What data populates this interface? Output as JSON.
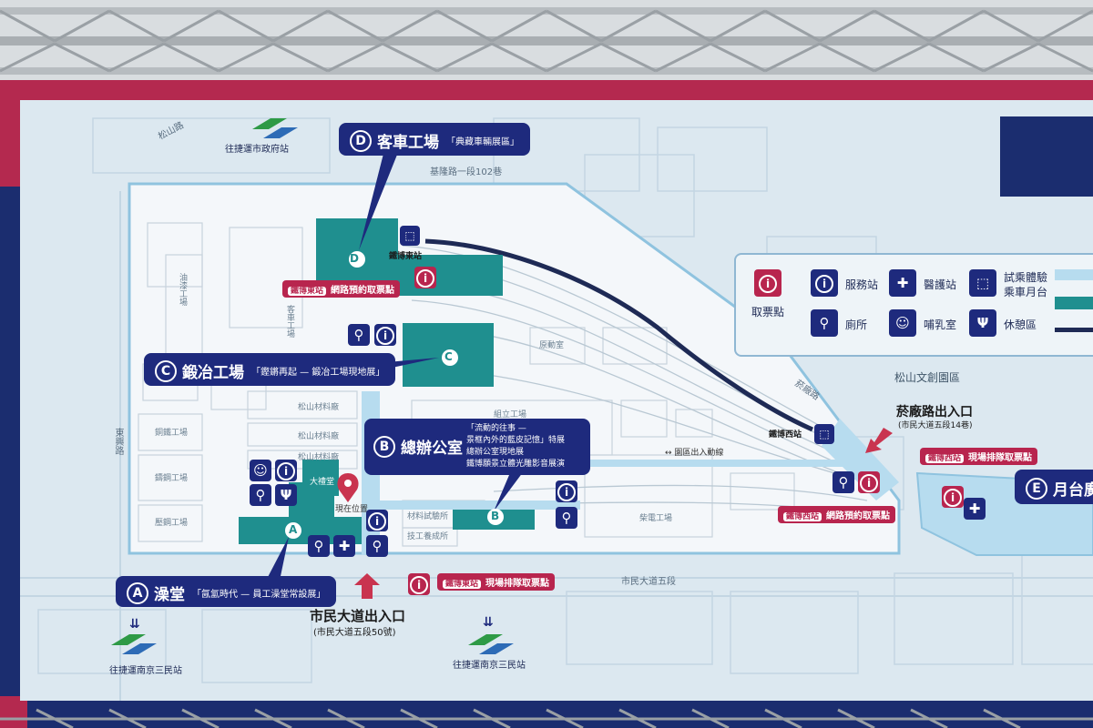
{
  "labels": {
    "d": {
      "letter": "D",
      "name": "客車工場",
      "sub": "「典藏車輛展區」"
    },
    "c": {
      "letter": "C",
      "name": "鍛冶工場",
      "sub": "「鏗鏘再起 — 鍛冶工場現地展」"
    },
    "b": {
      "letter": "B",
      "name": "總辦公室",
      "lines": [
        "「流動的往事 —",
        "景框內外的藍皮記憶」特展",
        "總辦公室現地展",
        "鐵博願景立體光雕影音展演"
      ]
    },
    "a": {
      "letter": "A",
      "name": "澡堂",
      "sub": "「氤氳時代 — 員工澡堂常設展」"
    },
    "e": {
      "letter": "E",
      "name": "月台廣場"
    }
  },
  "stations": {
    "east": "鐵博東站",
    "west": "鐵博西站",
    "mrt_top": "往捷運市政府站",
    "mrt_left": "往捷運南京三民站",
    "mrt_mid": "往捷運南京三民站"
  },
  "ticket_tags": {
    "online_east": {
      "station": "鐵博東站",
      "text": "網路預約取票點"
    },
    "online_west": {
      "station": "鐵博西站",
      "text": "網路預約取票點"
    },
    "onsite_east": {
      "station": "鐵博東站",
      "text": "現場排隊取票點"
    },
    "onsite_west": {
      "station": "鐵博西站",
      "text": "現場排隊取票點"
    }
  },
  "entrances": {
    "main": {
      "title": "市民大道出入口",
      "sub": "(市民大道五段50號)"
    },
    "east": {
      "title": "菸廠路出入口",
      "sub": "(市民大道五段14巷)"
    }
  },
  "streets": {
    "top": "基隆路一段102巷",
    "bottom": "市民大道五段",
    "left": "東興路",
    "diag": "菸廠路",
    "park": "松山文創園區",
    "topleft": "松山路"
  },
  "buildings": {
    "oil": "油漆工場",
    "coach": "客車工場",
    "power": "原動室",
    "assembly": "組立工場",
    "material1": "松山材料廠",
    "material2": "松山材料廠",
    "material3": "松山材料廠",
    "copper": "銅鐵工場",
    "casting": "鑄鋼工場",
    "press": "壓鋼工場",
    "hall": "大禮堂",
    "here": "現在位置",
    "matoffice": "材料試驗所",
    "training": "技工養成所",
    "diesel": "柴電工場",
    "route": "↔ 園區出入動線"
  },
  "legend": {
    "ticket": "取票點",
    "service": "服務站",
    "medical": "醫護站",
    "platform_l1": "試乘體驗",
    "platform_l2": "乘車月台",
    "toilet": "廁所",
    "nursing": "哺乳室",
    "rest": "休憩區"
  },
  "colors": {
    "banner_red": "#b4294f",
    "navy": "#1e2a7d",
    "teal": "#1f8f8f",
    "ticket_red": "#b8254e",
    "map_bg": "#dce8f0"
  }
}
